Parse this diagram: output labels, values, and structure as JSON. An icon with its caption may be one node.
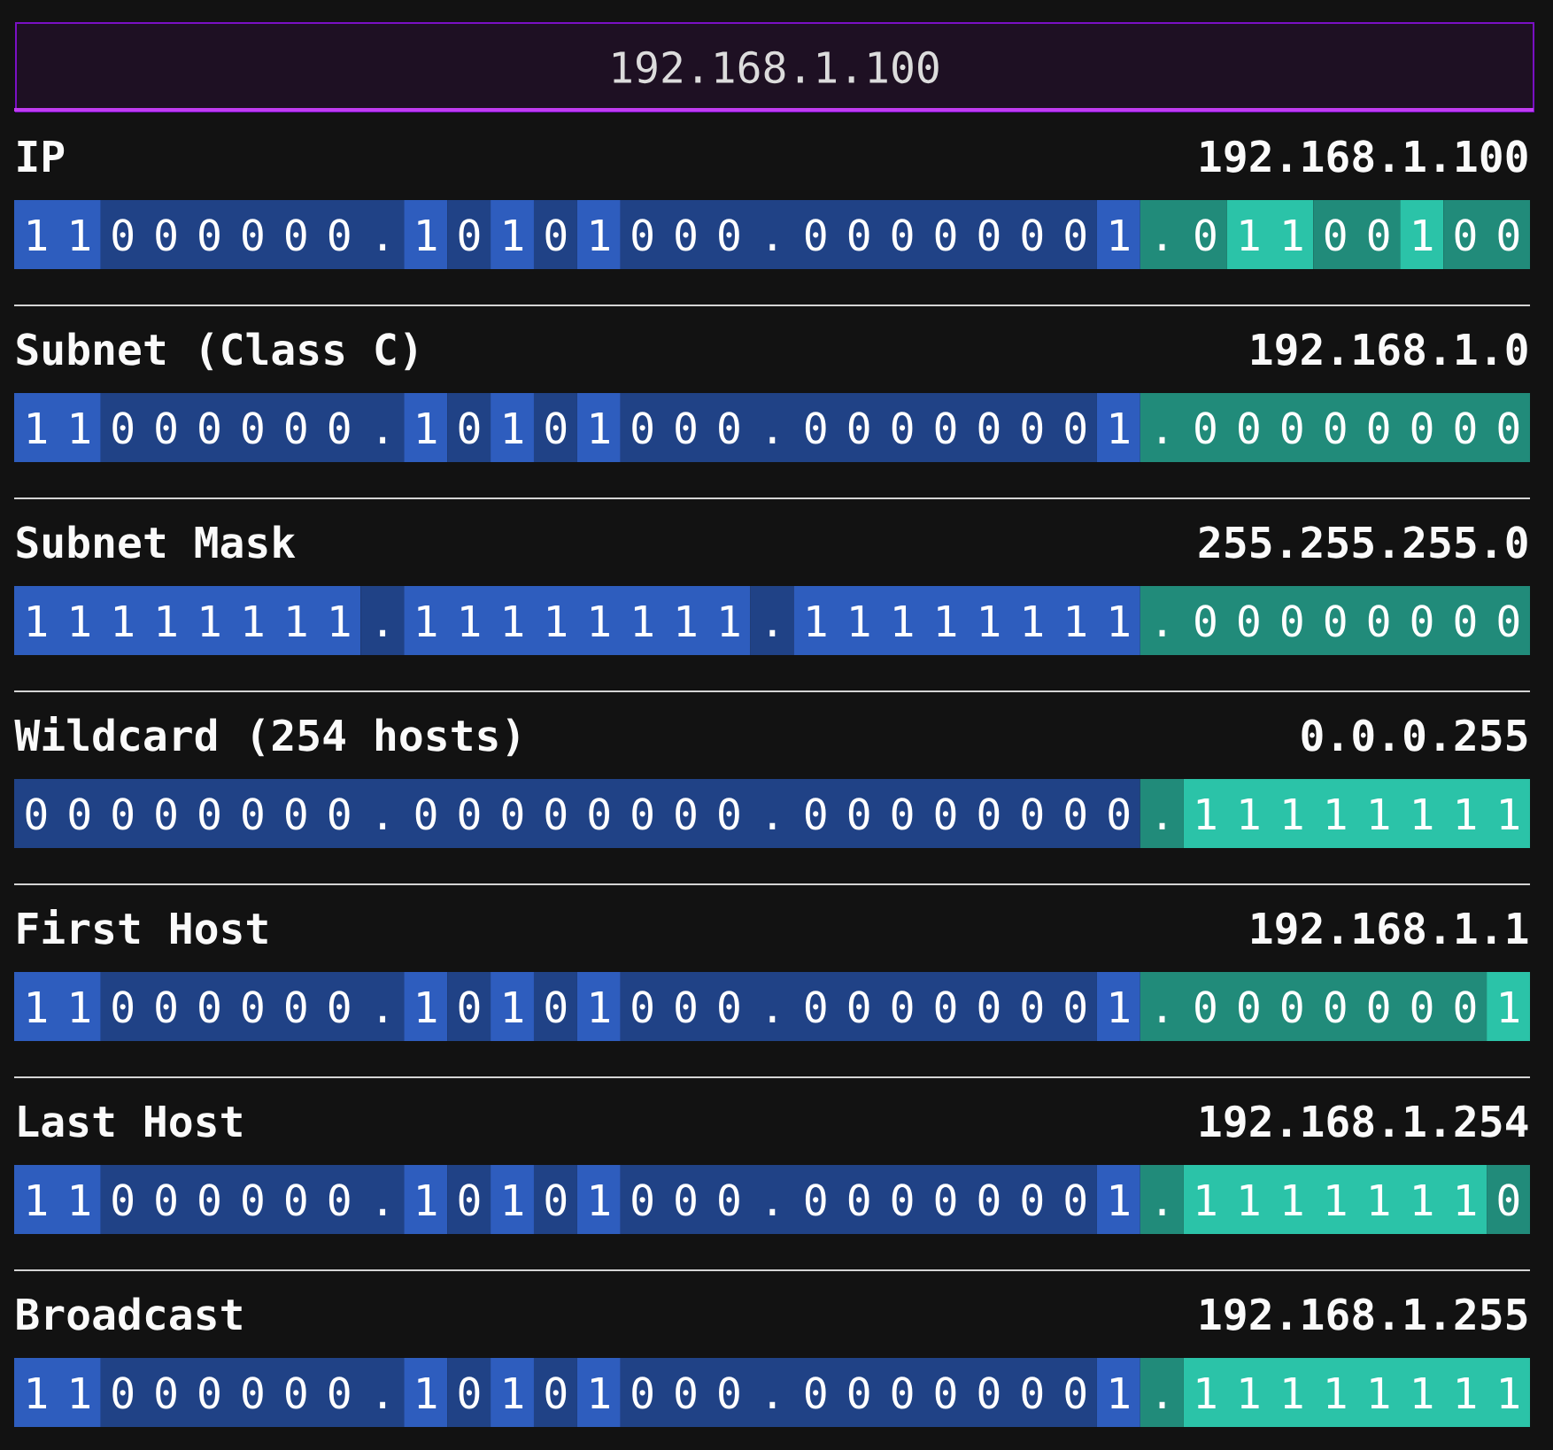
{
  "diagram": {
    "nodes": [
      {
        "text": [
          "192.168.1.100"
        ]
      },
      {
        "text": [
          "1 1 0 0 0 0 0 0 . 1 0 1 0 1 0 0 0 . 0 0 0 0 0 0 0 1 . 0 1 1 0 0 1 0 0"
        ],
        "beside": [
          "IP",
          "192.168.1.100"
        ]
      },
      {
        "text": [
          "1 1 0 0 0 0 0 0 . 1 0 1 0 1 0 0 0 . 0 0 0 0 0 0 0 1 . 0 0 0 0 0 0 0 0"
        ],
        "beside": [
          "Subnet (Class C)",
          "192.168.1.0"
        ]
      },
      {
        "text": [
          "1 1 1 1 1 1 1 1 . 1 1 1 1 1 1 1 1 . 1 1 1 1 1 1 1 1 . 0 0 0 0 0 0 0 0"
        ],
        "beside": [
          "Subnet Mask",
          "255.255.255.0"
        ]
      },
      {
        "text": [
          "0 0 0 0 0 0 0 0 . 0 0 0 0 0 0 0 0 . 0 0 0 0 0 0 0 0 . 1 1 1 1 1 1 1 1"
        ],
        "beside": [
          "Wildcard (254 hosts)",
          "0.0.0.255"
        ]
      },
      {
        "text": [
          "1 1 0 0 0 0 0 0 . 1 0 1 0 1 0 0 0 . 0 0 0 0 0 0 0 1 . 0 0 0 0 0 0 0 1"
        ],
        "beside": [
          "First Host",
          "192.168.1.1"
        ]
      },
      {
        "text": [
          "1 1 0 0 0 0 0 0 . 1 0 1 0 1 0 0 0 . 0 0 0 0 0 0 0 1 . 1 1 1 1 1 1 1 0"
        ],
        "beside": [
          "Last Host",
          "192.168.1.254"
        ]
      },
      {
        "text": [
          "1 1 0 0 0 0 0 0 . 1 0 1 0 1 0 0 0 . 0 0 0 0 0 0 0 1 . 1 1 1 1 1 1 1 1"
        ],
        "beside": [
          "Broadcast",
          "192.168.1.255"
        ]
      }
    ]
  }
}
